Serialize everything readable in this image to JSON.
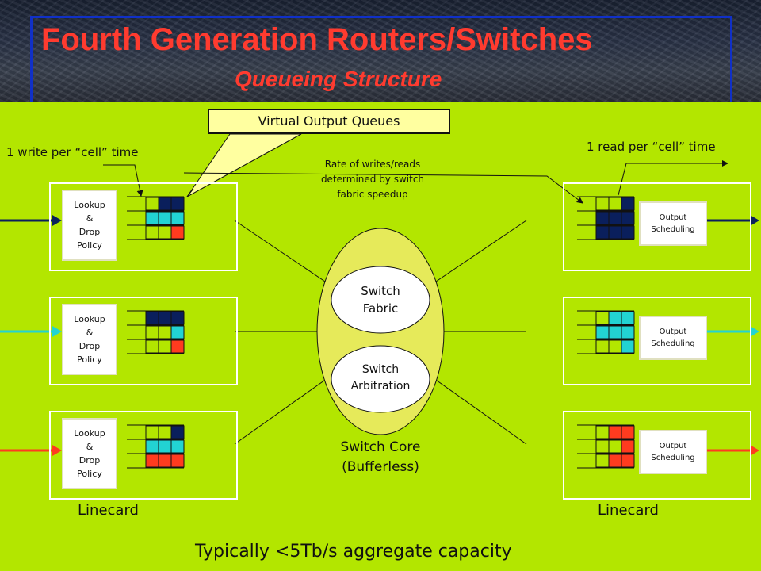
{
  "slide": {
    "title": "Fourth Generation Routers/Switches",
    "subtitle": "Queueing Structure",
    "callout": "Virtual Output Queues",
    "write_note": "1 write per “cell” time",
    "read_note": "1 read per “cell” time",
    "rate_note_lines": [
      "Rate of writes/reads",
      "determined by switch",
      "fabric speedup"
    ],
    "lookup_lines": [
      "Lookup",
      "&",
      "Drop",
      "Policy"
    ],
    "output_lines": [
      "Output",
      "Scheduling"
    ],
    "switch_fabric_lines": [
      "Switch",
      "Fabric"
    ],
    "switch_arbitration_lines": [
      "Switch",
      "Arbitration"
    ],
    "switch_core_lines": [
      "Switch Core",
      "(Bufferless)"
    ],
    "linecard_left": "Linecard",
    "linecard_right": "Linecard",
    "footer": "Typically <5Tb/s aggregate capacity"
  },
  "colors": {
    "background": "#b3e600",
    "title": "#ff3b2f",
    "navy": "#0a1f5c",
    "cyan": "#22d3d3",
    "red": "#ff3b1f",
    "oval": "#e6ea5a"
  }
}
